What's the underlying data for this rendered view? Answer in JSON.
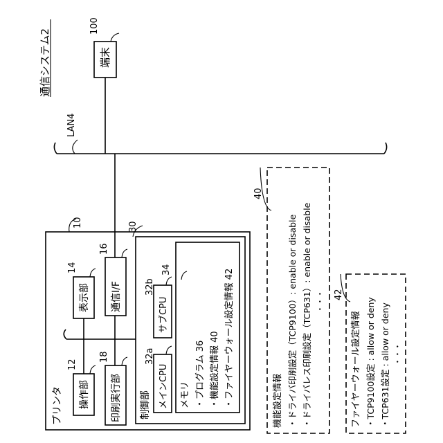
{
  "system_title": "通信システム2",
  "lan": {
    "label": "LAN4"
  },
  "terminal": {
    "ref": "100",
    "label": "端末"
  },
  "printer": {
    "ref": "10",
    "label": "プリンタ",
    "operation": {
      "ref": "12",
      "label": "操作部"
    },
    "display": {
      "ref": "14",
      "label": "表示部"
    },
    "comm_if": {
      "ref": "16",
      "label": "通信I/F"
    },
    "print_exec": {
      "ref": "18",
      "label": "印刷実行部"
    },
    "control": {
      "ref": "30",
      "label": "制御部",
      "main_cpu": {
        "ref": "32a",
        "label": "メインCPU"
      },
      "sub_cpu": {
        "ref": "32b",
        "label": "サブCPU"
      },
      "memory": {
        "ref": "34",
        "label": "メモリ",
        "items": [
          "・プログラム 36",
          "・機能設定情報 40",
          "・ファイヤーウォール設定情報 42"
        ]
      }
    }
  },
  "function_settings": {
    "ref": "40",
    "title": "機能設定情報",
    "items": [
      "・ドライバ印刷設定（TCP9100）: enable or disable",
      "・ドライバレス印刷設定（TCP631）: enable or disable"
    ],
    "more": "・・・"
  },
  "firewall_settings": {
    "ref": "42",
    "title": "ファイヤーウォール設定情報",
    "items": [
      "・TCP9100設定 : allow or deny",
      "・TCP631設定 : allow or deny"
    ],
    "more": "・・・"
  }
}
